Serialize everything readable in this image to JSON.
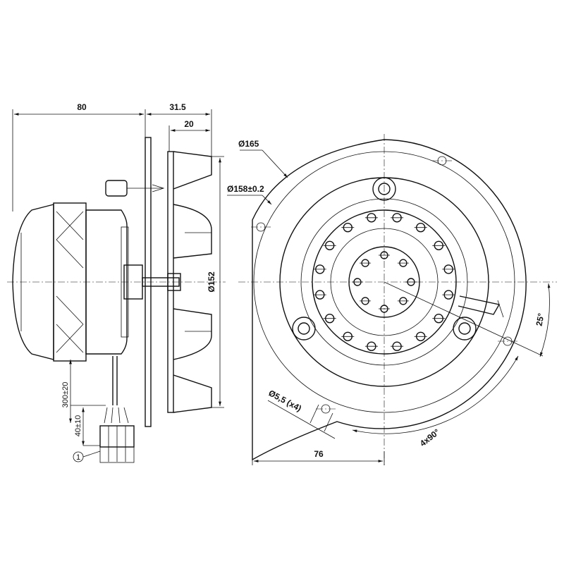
{
  "dimensions": {
    "overall_width": "80",
    "flange_to_hub": "31.5",
    "hub_depth": "20",
    "impeller_diameter": "Ø152",
    "cable_length": "300±20",
    "strip_length": "40±10",
    "outer_diameter": "Ø165",
    "bolt_circle": "Ø158±0.2",
    "hole_size": "Ø5,5 (x4)",
    "center_offset": "76",
    "hole_spacing": "4x90°",
    "hole_angle": "25°"
  },
  "callouts": {
    "connector": "1"
  }
}
